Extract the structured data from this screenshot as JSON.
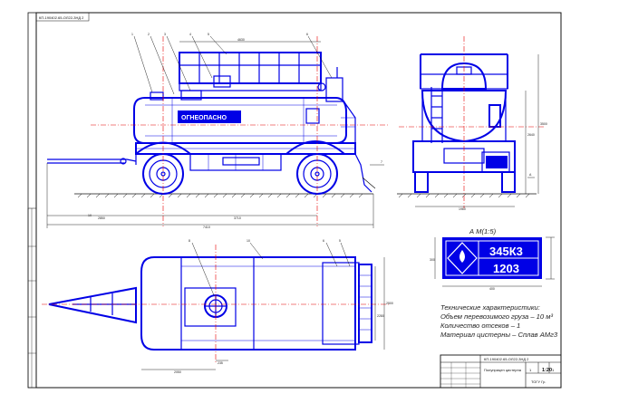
{
  "drawing": {
    "corner_stamp": "КП-190402.65-ОЛ22-3НД 2",
    "tank_brand": "ОГНЕОПАСНО",
    "section_label": "А М(1:5)",
    "view_marker": "А",
    "plate": {
      "hazard_code": "345К3",
      "un_number": "1203",
      "width_dim": "400"
    },
    "callouts": [
      "1",
      "2",
      "3",
      "4",
      "5",
      "6",
      "7",
      "8",
      "9",
      "10"
    ],
    "dimensions": {
      "overall_length": "7410",
      "body_length": "4630",
      "wheelbase": "3710",
      "front_offset": "2850",
      "side_height": "3500",
      "side_height_2": "2640",
      "track": "1960",
      "plan_width": "2500",
      "plan_width_2": "2280",
      "plan_a": "2050",
      "plan_b": "235",
      "plate_height": "300"
    },
    "tech_notes": {
      "title": "Технические характеристики:",
      "lines": [
        "Объем перевозимого груза – 10 м³",
        "Количество отсеков – 1",
        "Материал цистерны – Сплав АМг3"
      ]
    },
    "title_block": {
      "doc_code": "КП-190402.65-ОЛ22-3НД 2",
      "name": "Полуприцеп цистерна",
      "sheet": "1",
      "sheets": "1",
      "scale": "1:20",
      "org": "ТОГУ Гр."
    }
  },
  "colors": {
    "line": "#0000e6",
    "axis": "#e60000",
    "dim": "#111111"
  }
}
